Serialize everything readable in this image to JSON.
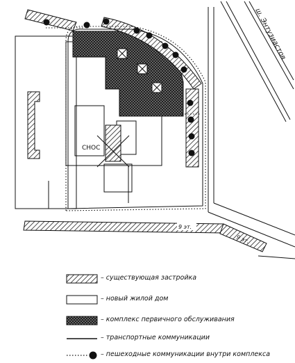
{
  "labels": {
    "street": "ш. Энтузиастов",
    "demolition": "СНОС",
    "floors_a": "9 эт.",
    "floors_b": "9 эт."
  },
  "legend": {
    "existing": "– существующая застройка",
    "new_house": "– новый жилой дом",
    "service_complex": "– комплекс первичного обслуживания",
    "transport": "– транспортные коммуникации",
    "pedestrian": "– пешеходные коммуникации внутри комплекса"
  }
}
